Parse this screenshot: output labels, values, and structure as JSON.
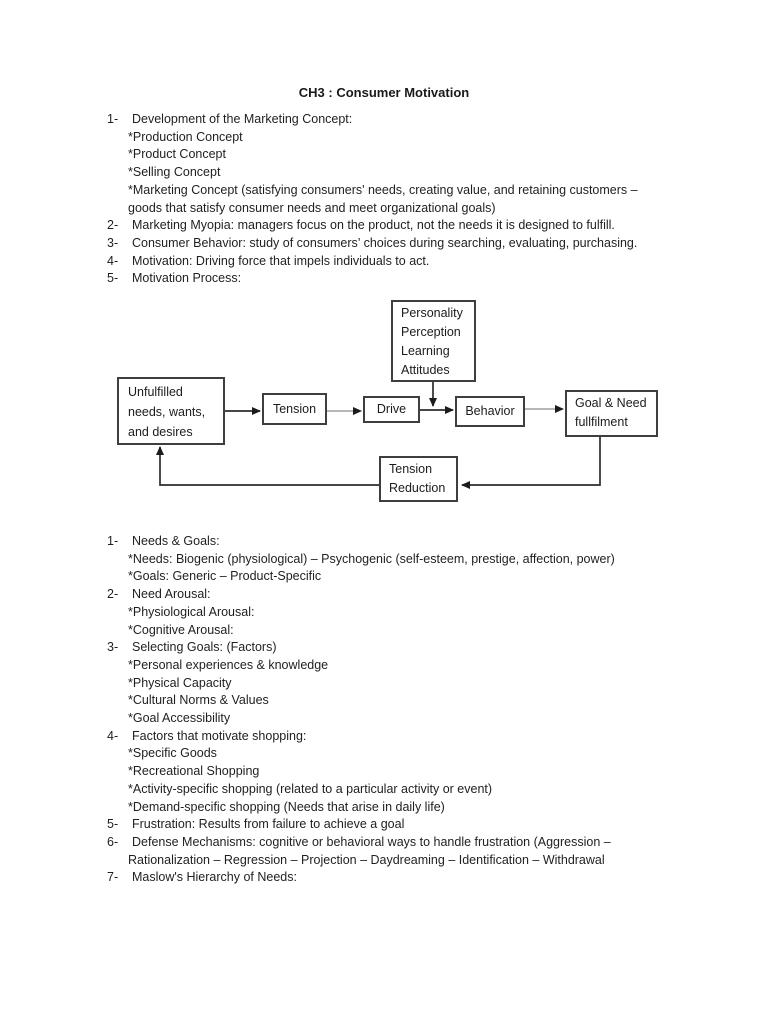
{
  "title": "CH3 : Consumer Motivation",
  "colors": {
    "text": "#1f1f1f",
    "box_border": "#3e3e3e",
    "connector_dark": "#2d2d2d",
    "connector_light": "#8c8c8c"
  },
  "list_top": {
    "items": [
      {
        "num": "1-",
        "lines": [
          "Development of the Marketing Concept:",
          "*Production Concept",
          "*Product Concept",
          "*Selling Concept",
          "*Marketing Concept (satisfying consumers' needs, creating value, and retaining customers –",
          "goods that satisfy consumer needs and meet organizational goals)"
        ]
      },
      {
        "num": "2-",
        "lines": [
          "Marketing Myopia: managers focus on the product, not the needs it is designed to fulfill."
        ]
      },
      {
        "num": "3-",
        "lines": [
          "Consumer Behavior: study of consumers’ choices during searching, evaluating, purchasing."
        ]
      },
      {
        "num": "4-",
        "lines": [
          "Motivation: Driving force that impels individuals to act."
        ]
      },
      {
        "num": "5-",
        "lines": [
          "Motivation Process:"
        ]
      }
    ]
  },
  "diagram": {
    "boxes": {
      "influences": {
        "lines": [
          "Personality",
          "Perception",
          "Learning",
          "Attitudes"
        ]
      },
      "unfulfilled": {
        "lines": [
          "Unfulfilled",
          "needs, wants,",
          "and desires"
        ]
      },
      "tension": {
        "lines": [
          "Tension"
        ]
      },
      "drive": {
        "lines": [
          "Drive"
        ]
      },
      "behavior": {
        "lines": [
          "Behavior"
        ]
      },
      "goal": {
        "lines": [
          "Goal & Need",
          "fullfilment"
        ]
      },
      "tension_reduction": {
        "lines": [
          "Tension",
          "Reduction"
        ]
      }
    }
  },
  "list_bottom": {
    "items": [
      {
        "num": "1-",
        "lines": [
          "Needs & Goals:",
          "*Needs: Biogenic (physiological) – Psychogenic (self-esteem, prestige, affection, power)",
          "*Goals: Generic – Product-Specific"
        ]
      },
      {
        "num": "2-",
        "lines": [
          "Need Arousal:",
          "*Physiological Arousal:",
          "*Cognitive Arousal:"
        ]
      },
      {
        "num": "3-",
        "lines": [
          "Selecting Goals: (Factors)",
          "*Personal experiences & knowledge",
          "*Physical Capacity",
          "*Cultural Norms & Values",
          "*Goal Accessibility"
        ]
      },
      {
        "num": "4-",
        "lines": [
          "Factors that motivate shopping:",
          "*Specific Goods",
          "*Recreational Shopping",
          "*Activity-specific shopping (related to a particular activity or event)",
          "*Demand-specific shopping (Needs that arise in daily life)"
        ]
      },
      {
        "num": "5-",
        "lines": [
          "Frustration: Results from failure to achieve a goal"
        ]
      },
      {
        "num": "6-",
        "lines": [
          "Defense Mechanisms: cognitive or behavioral ways to handle frustration (Aggression –",
          "Rationalization – Regression – Projection – Daydreaming – Identification – Withdrawal"
        ]
      },
      {
        "num": "7-",
        "lines": [
          "Maslow's Hierarchy of Needs:"
        ]
      }
    ]
  }
}
